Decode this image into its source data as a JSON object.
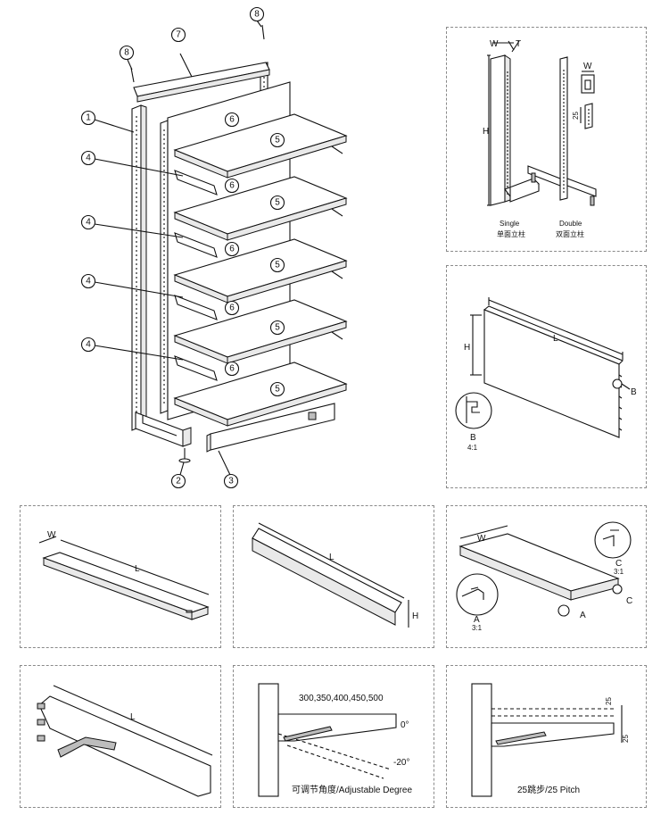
{
  "main": {
    "callouts": {
      "c1": "1",
      "c2": "2",
      "c3": "3",
      "c4": "4",
      "c5": "5",
      "c6": "6",
      "c7": "7",
      "c8": "8"
    }
  },
  "uprights": {
    "w": "W",
    "t": "T",
    "h": "H",
    "single_en": "Single",
    "single_cn": "单面立柱",
    "double_en": "Double",
    "double_cn": "双面立柱",
    "pitch": "25"
  },
  "backpanel": {
    "l": "L",
    "h": "H",
    "b": "B",
    "scale": "4:1"
  },
  "base_cover": {
    "w": "W",
    "l": "L"
  },
  "front_strip": {
    "l": "L",
    "h": "H"
  },
  "shelf": {
    "w": "W",
    "c": "C",
    "a": "A",
    "scale_c": "3:1",
    "scale_a": "3:1"
  },
  "bracket": {
    "l": "L"
  },
  "adjust": {
    "lengths": "300,350,400,450,500",
    "zero": "0°",
    "minus": "-20°",
    "caption": "可调节角度/Adjustable Degree"
  },
  "pitch": {
    "d1": "25",
    "d2": "25",
    "caption": "25跳步/25 Pitch"
  }
}
